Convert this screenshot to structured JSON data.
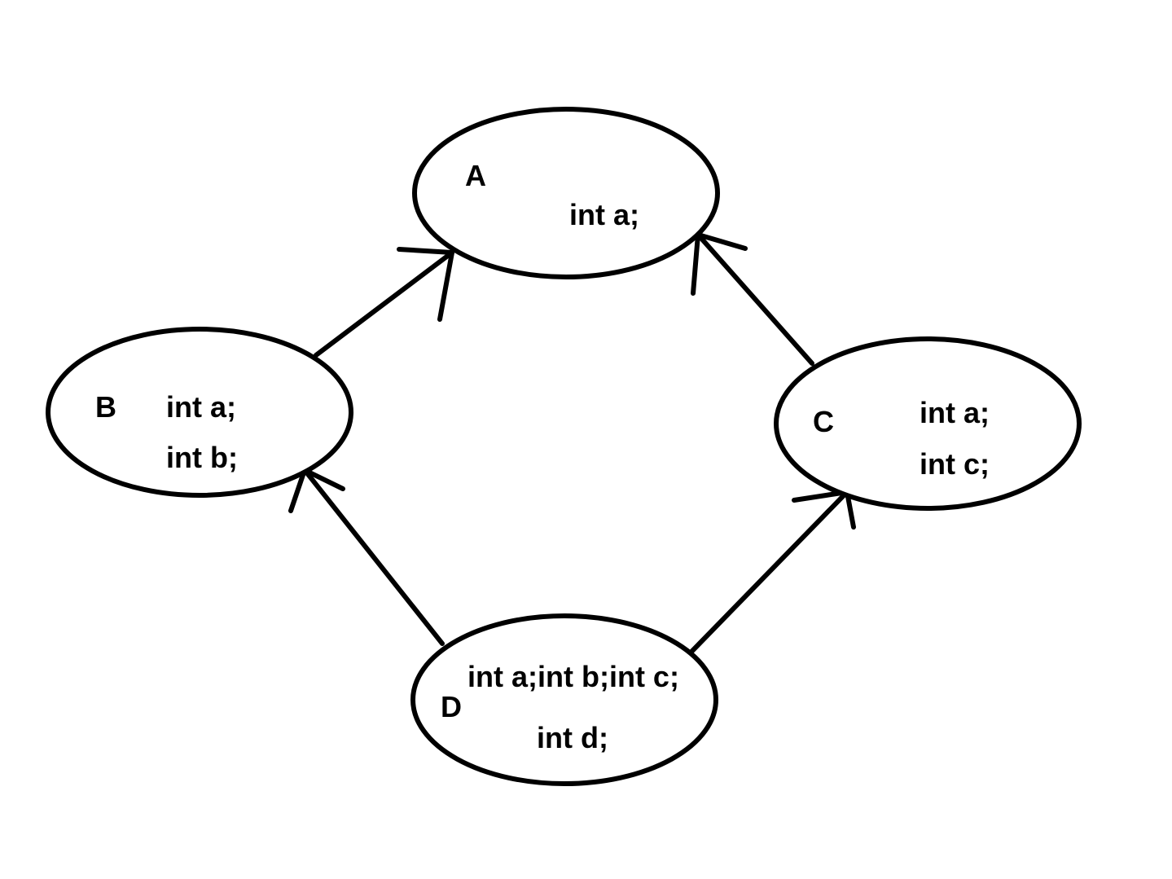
{
  "nodes": {
    "a": {
      "name": "A",
      "members": [
        "int a;"
      ]
    },
    "b": {
      "name": "B",
      "members": [
        "int a;",
        "int b;"
      ]
    },
    "c": {
      "name": "C",
      "members": [
        "int a;",
        "int c;"
      ]
    },
    "d": {
      "name": "D",
      "members": [
        "int a;int b;int c;",
        "int d;"
      ]
    }
  },
  "edges": [
    {
      "from": "B",
      "to": "A"
    },
    {
      "from": "C",
      "to": "A"
    },
    {
      "from": "D",
      "to": "B"
    },
    {
      "from": "D",
      "to": "C"
    }
  ],
  "colors": {
    "stroke": "#000000",
    "background": "#ffffff"
  }
}
